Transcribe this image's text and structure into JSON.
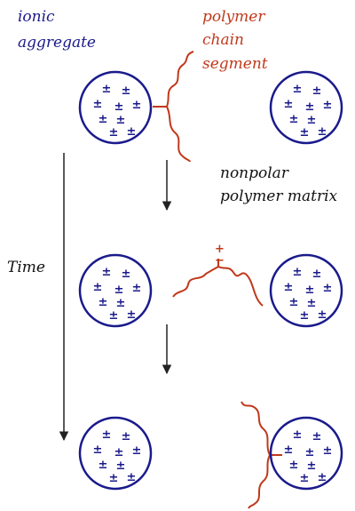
{
  "labels": {
    "ionic_aggregate": [
      "ionic",
      "aggregate"
    ],
    "polymer_chain_segment": [
      "polymer",
      "chain",
      "segment"
    ],
    "nonpolar_polymer_matrix": [
      "nonpolar",
      "polymer matrix"
    ],
    "time": "Time"
  },
  "symbols": {
    "plus_minus": "±",
    "plus": "+",
    "minus": "−"
  },
  "colors": {
    "aggregate": "#1a1a8c",
    "chain": "#c0391b",
    "text_dark": "#111111",
    "arrow": "#222222"
  }
}
